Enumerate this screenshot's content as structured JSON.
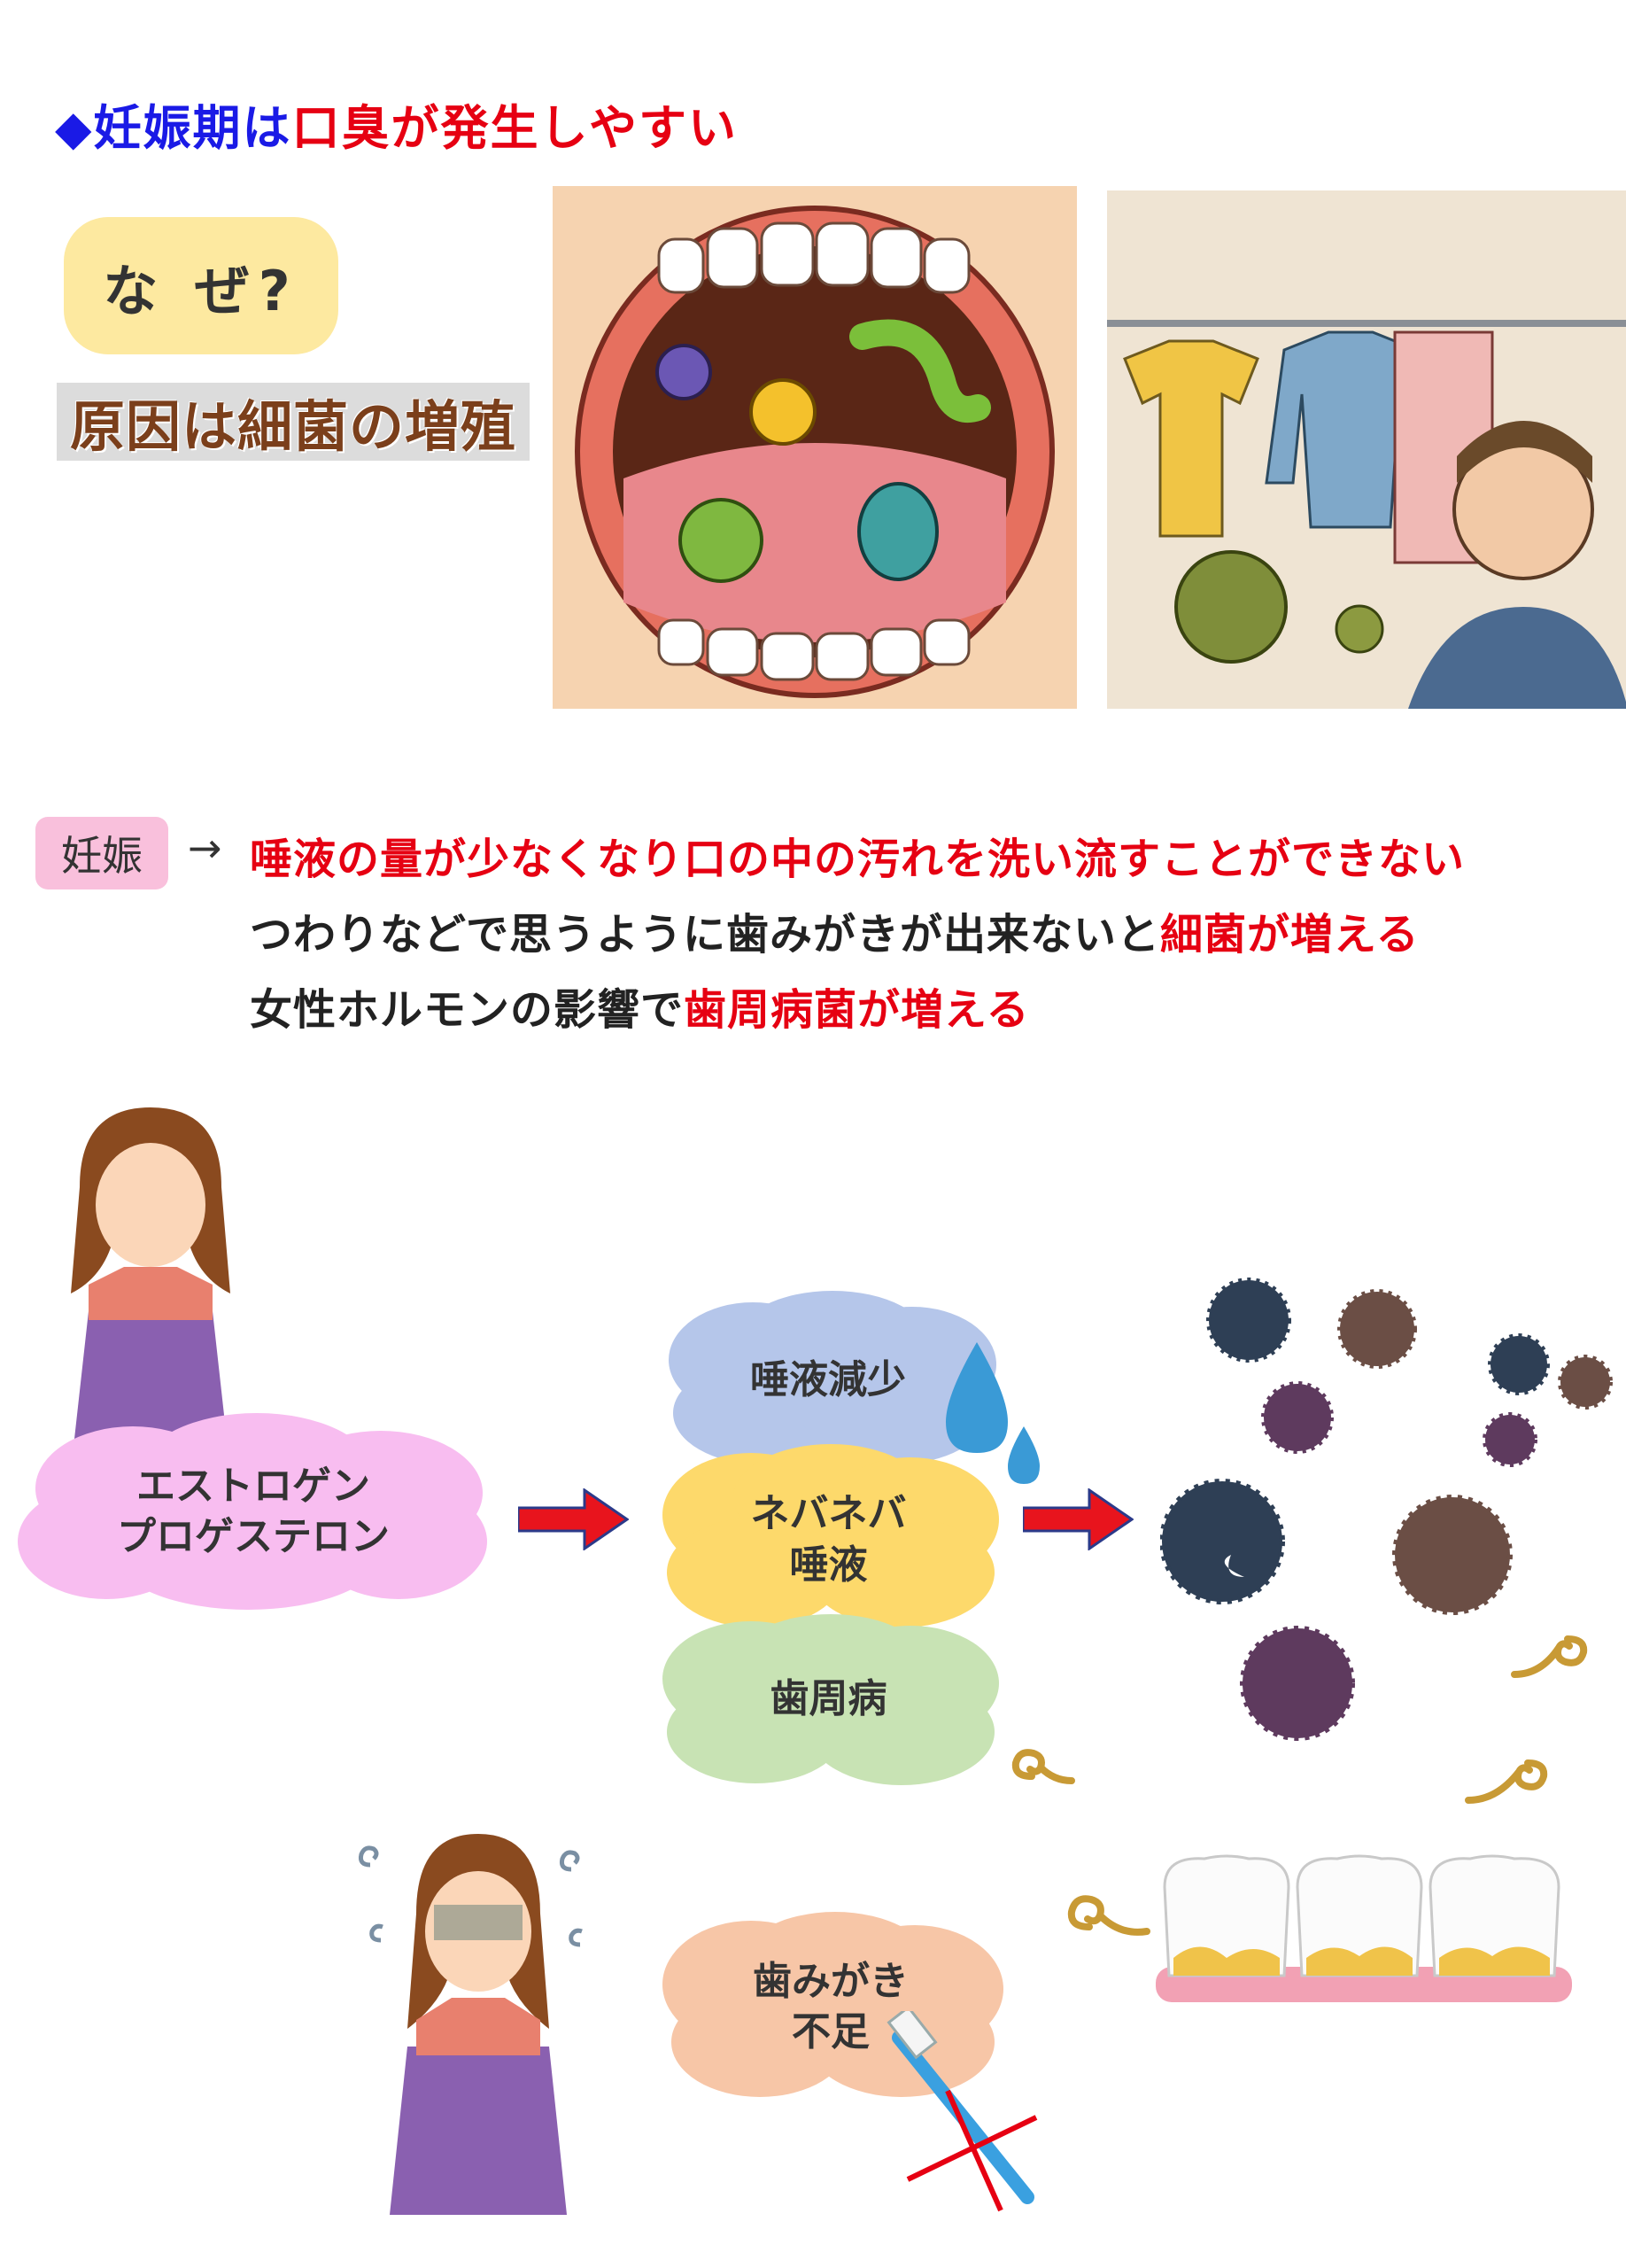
{
  "title": {
    "prefix": "◆妊娠期は",
    "highlight": "口臭が発生しやすい"
  },
  "why_badge": "な ぜ?",
  "cause_label": "原因は細菌の増殖",
  "pregnancy_tag": "妊娠",
  "arrow_symbol": "→",
  "lines": [
    {
      "parts": [
        {
          "text": "唾液の量が少なくなり口の中の汚れを洗い流すことができない",
          "color": "red"
        }
      ]
    },
    {
      "parts": [
        {
          "text": "つわりなどで思うように歯みがきが出来ないと",
          "color": "black"
        },
        {
          "text": "細菌が増える",
          "color": "red"
        }
      ]
    },
    {
      "parts": [
        {
          "text": "女性ホルモンの影響で",
          "color": "black"
        },
        {
          "text": "歯周病菌が増える",
          "color": "red"
        }
      ]
    }
  ],
  "flow": {
    "hormones": "エストロゲン\nプロゲステロン",
    "effects": [
      "唾液減少",
      "ネバネバ\n唾液",
      "歯周病"
    ],
    "lack_brushing": "歯みがき\n不足"
  },
  "colors": {
    "title_blue": "#1a1ae6",
    "accent_red": "#e60012",
    "why_bg": "#fde9a0",
    "tag_bg": "#f9c0dc",
    "cloud_pink": "#f8bdf0",
    "cloud_blue": "#b5c6ea",
    "cloud_yellow": "#fdd96b",
    "cloud_green": "#c8e3b4",
    "cloud_peach": "#f7c6a7"
  }
}
